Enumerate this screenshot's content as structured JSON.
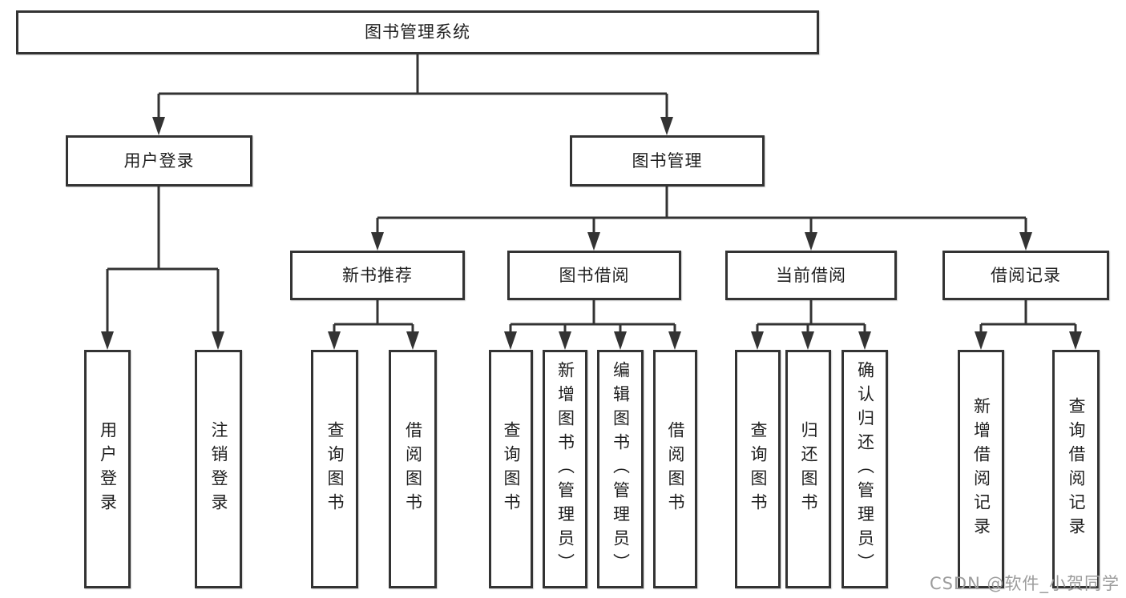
{
  "root_label": "图书管理系统",
  "level2": [
    {
      "label": "用户登录"
    },
    {
      "label": "图书管理"
    }
  ],
  "level3": [
    {
      "label": "新书推荐"
    },
    {
      "label": "图书借阅"
    },
    {
      "label": "当前借阅"
    },
    {
      "label": "借阅记录"
    }
  ],
  "leaves": {
    "user": [
      "用户登录",
      "注销登录"
    ],
    "recommend": [
      "查询图书",
      "借阅图书"
    ],
    "borrow": [
      "查询图书",
      "新增图书（管理员）",
      "编辑图书（管理员）",
      "借阅图书"
    ],
    "current": [
      "查询图书",
      "归还图书",
      "确认归还（管理员）"
    ],
    "record": [
      "新增借阅记录",
      "查询借阅记录"
    ]
  },
  "watermark": "CSDN @软件_小贺同学",
  "colors": {
    "line": "#333333",
    "box_border": "#333333",
    "text": "#1f1f1f",
    "background": "#ffffff",
    "watermark": "#9c9c9c"
  }
}
